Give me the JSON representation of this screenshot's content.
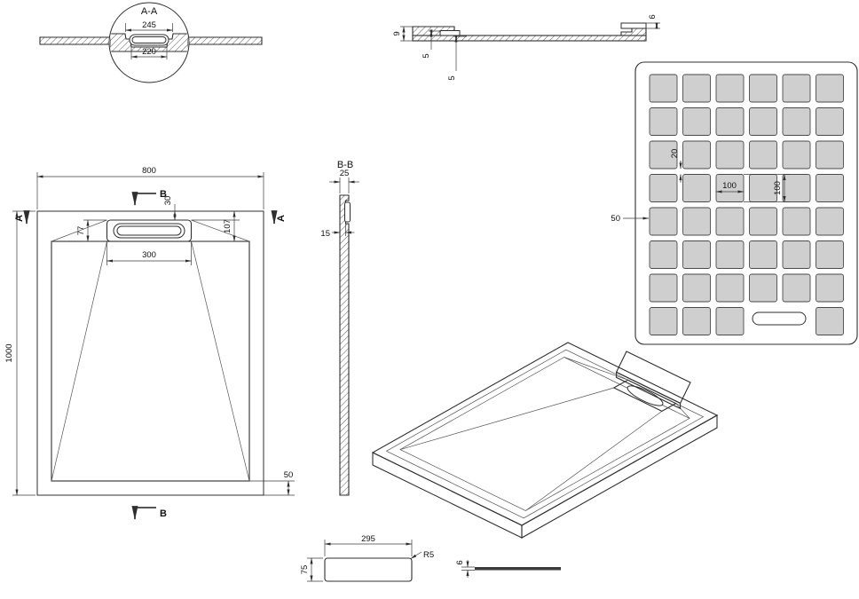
{
  "views": {
    "detail": {
      "label": "A-A",
      "dim_outer": "245",
      "dim_inner": "220"
    },
    "top_section": {
      "dim_height": "9",
      "dim_step_a": "5",
      "dim_step_b": "5",
      "dim_cover": "6"
    },
    "grate": {
      "dim_gap": "20",
      "dim_square_w": "100",
      "dim_square_h": "100",
      "dim_border": "50",
      "grid": {
        "cols": 6,
        "rows": 8
      }
    },
    "plan": {
      "dim_width": "800",
      "dim_length": "1000",
      "dim_drain": "300",
      "dim_offset_top": "30",
      "dim_offset_left": "77",
      "dim_offset_right": "107",
      "dim_border": "50",
      "marker_a": "A",
      "marker_b": "B"
    },
    "section_bb": {
      "label": "B-B",
      "dim_thickness": "25",
      "dim_step": "15"
    },
    "cover": {
      "dim_length": "295",
      "dim_width": "75",
      "dim_radius": "R5",
      "dim_thickness": "6"
    }
  },
  "colors": {
    "plate_fill": "#d6d6d6",
    "tray_top": "#dcdcdc",
    "tray_side_left": "#bdbdbd",
    "tray_side_right": "#cbcbcb",
    "drain_fill": "#ececec",
    "cover_blue": "#8f99ae",
    "cover_blue_side": "#6f7a90",
    "r5_text": "#3a4fbf"
  }
}
